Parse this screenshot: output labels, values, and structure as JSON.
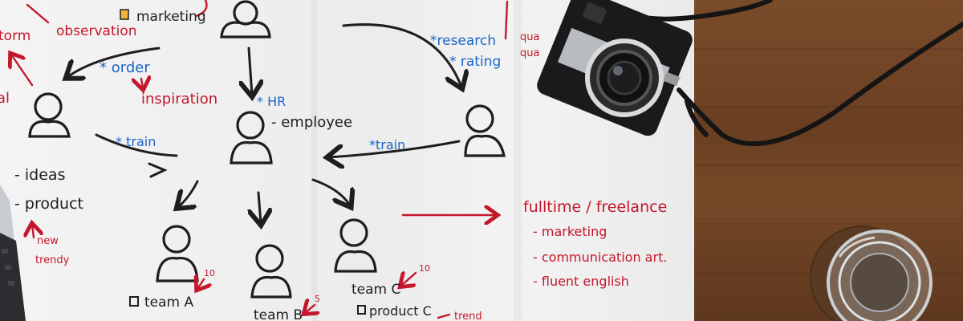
{
  "colors": {
    "ink_black": "#1e1e1e",
    "ink_red": "#c4172c",
    "ink_blue": "#1b66c9",
    "paper": "#f0f0f0",
    "wood": "#6b4326"
  },
  "labels": {
    "marketing_top": "marketing",
    "storm": "torm",
    "observation": "observation",
    "order": "* order",
    "inspiration": "inspiration",
    "al": "al",
    "research": "*research",
    "rating": "* rating",
    "qua1": "qua",
    "qua2": "qua",
    "hr": "* HR",
    "employee": "- employee",
    "train_left": "* train",
    "train_right": "*train",
    "ideas": "- ideas",
    "product": "- product",
    "new": "new",
    "trendy": "trendy",
    "fulltime": "fulltime / freelance",
    "list_marketing": "- marketing",
    "list_communication": "- communication art.",
    "list_english": "- fluent english",
    "team_a": "team A",
    "team_b": "team B",
    "team_c": "team C",
    "product_c": "product C",
    "num_a": "10",
    "num_b": "5",
    "num_c": "10",
    "trend": "trend"
  }
}
